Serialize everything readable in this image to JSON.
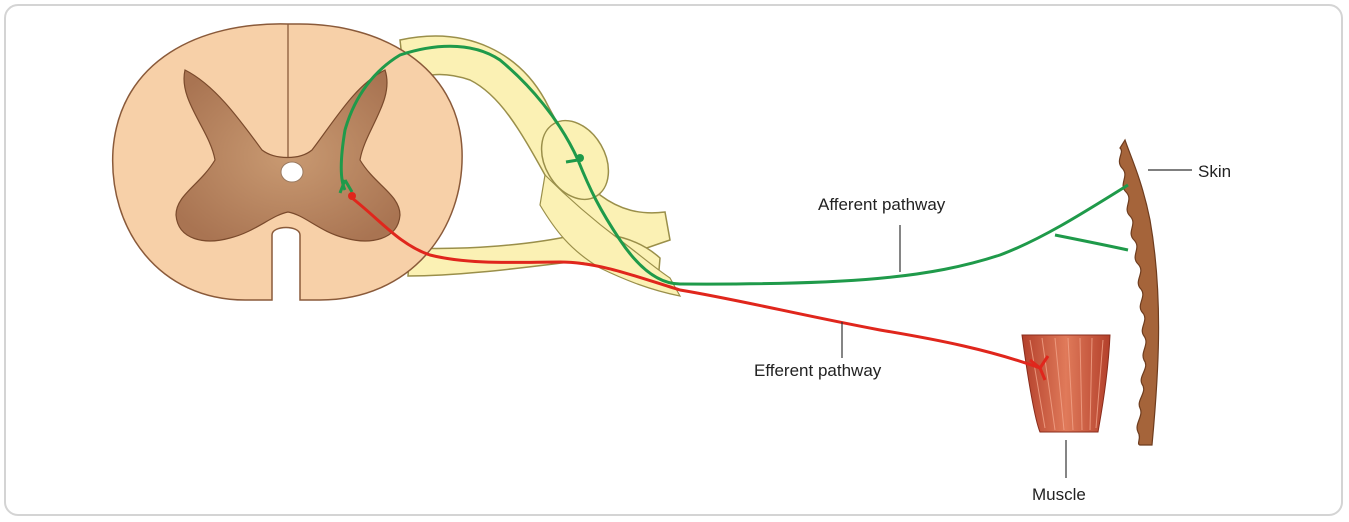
{
  "labels": {
    "afferent": "Afferent pathway",
    "efferent": "Efferent pathway",
    "skin": "Skin",
    "muscle": "Muscle"
  },
  "colors": {
    "afferent": "#1f9a4a",
    "efferent": "#e0261c",
    "nerve": "#fbf1b4",
    "nerve_outline": "#9a8f4a",
    "white_matter": "#f7d0a8",
    "grey_matter": "#c08a62",
    "skin": "#a5643a",
    "muscle": "#c9553e"
  }
}
